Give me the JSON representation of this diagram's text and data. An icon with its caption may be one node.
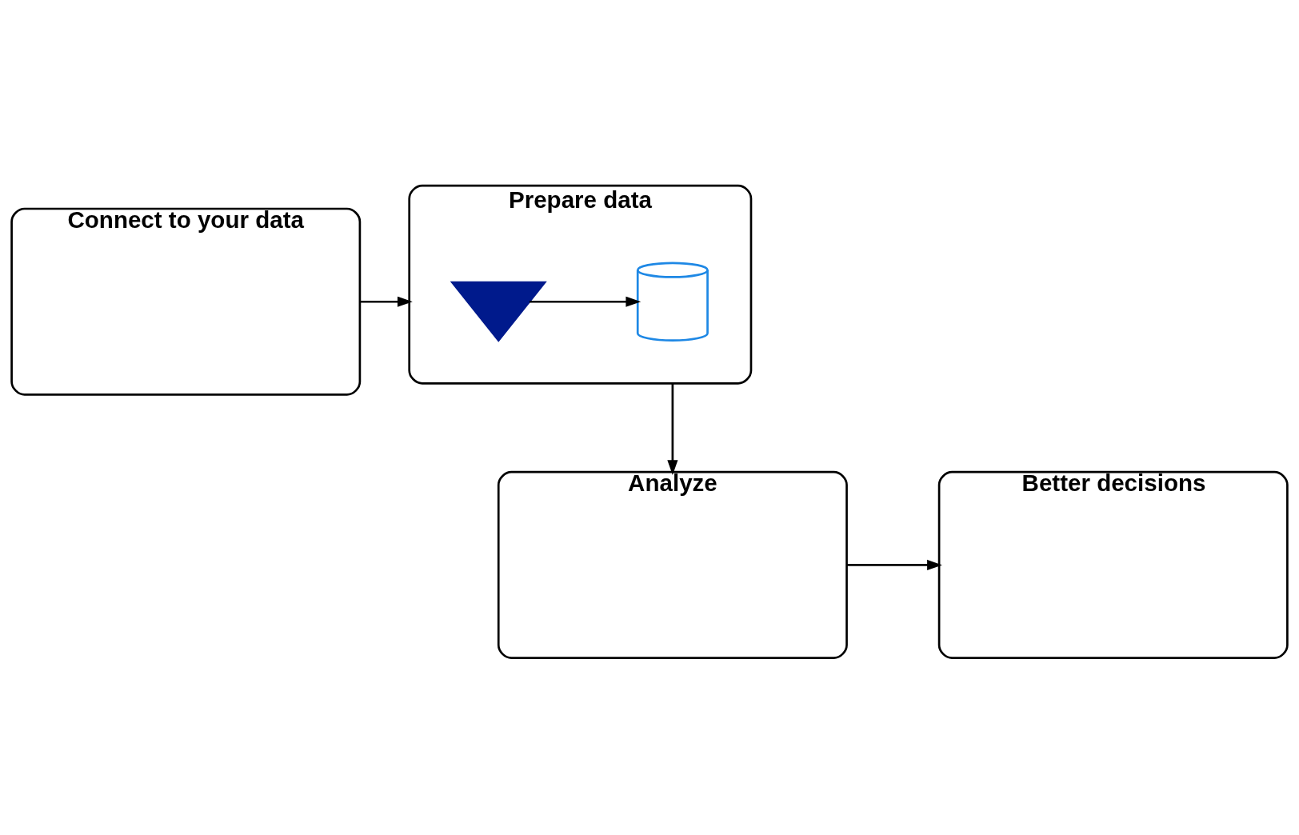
{
  "diagram": {
    "nodes": [
      {
        "text": [
          "Connect to your data"
        ]
      },
      {
        "text": [
          "Prepare data"
        ]
      },
      {
        "text": [],
        "shape": "funnel",
        "in": 1
      },
      {
        "text": [],
        "shape": "cylinder",
        "in": 1
      },
      {
        "text": [
          "Analyze"
        ]
      },
      {
        "text": [
          "Better decisions"
        ]
      }
    ],
    "edges": [
      {
        "from": 0,
        "to": 1,
        "arrow": "to"
      },
      {
        "from": 2,
        "to": 3,
        "arrow": "to"
      },
      {
        "from": 1,
        "to": 4,
        "arrow": "to"
      },
      {
        "from": 4,
        "to": 5,
        "arrow": "to"
      }
    ]
  }
}
